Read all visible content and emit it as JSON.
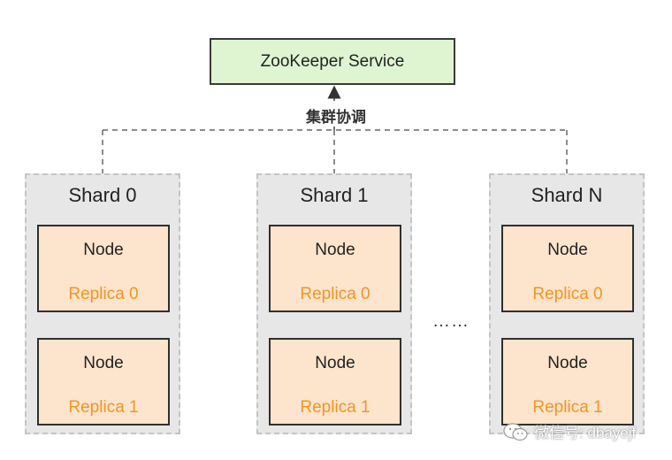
{
  "zookeeper": {
    "label": "ZooKeeper Service"
  },
  "coordination": {
    "label": "集群协调"
  },
  "shards": [
    {
      "title": "Shard 0",
      "nodes": [
        {
          "label": "Node",
          "replica": "Replica 0"
        },
        {
          "label": "Node",
          "replica": "Replica 1"
        }
      ]
    },
    {
      "title": "Shard 1",
      "nodes": [
        {
          "label": "Node",
          "replica": "Replica 0"
        },
        {
          "label": "Node",
          "replica": "Replica 1"
        }
      ]
    },
    {
      "title": "Shard N",
      "nodes": [
        {
          "label": "Node",
          "replica": "Replica 0"
        },
        {
          "label": "Node",
          "replica": "Replica 1"
        }
      ]
    }
  ],
  "ellipsis": "……",
  "watermark": {
    "text": "微信号: dbayejf",
    "icon": "wechat-icon"
  },
  "colors": {
    "zk_fill": "#dff5d2",
    "shard_fill": "#e7e7e7",
    "node_fill": "#fde4cc",
    "replica_text": "#f7941d"
  }
}
